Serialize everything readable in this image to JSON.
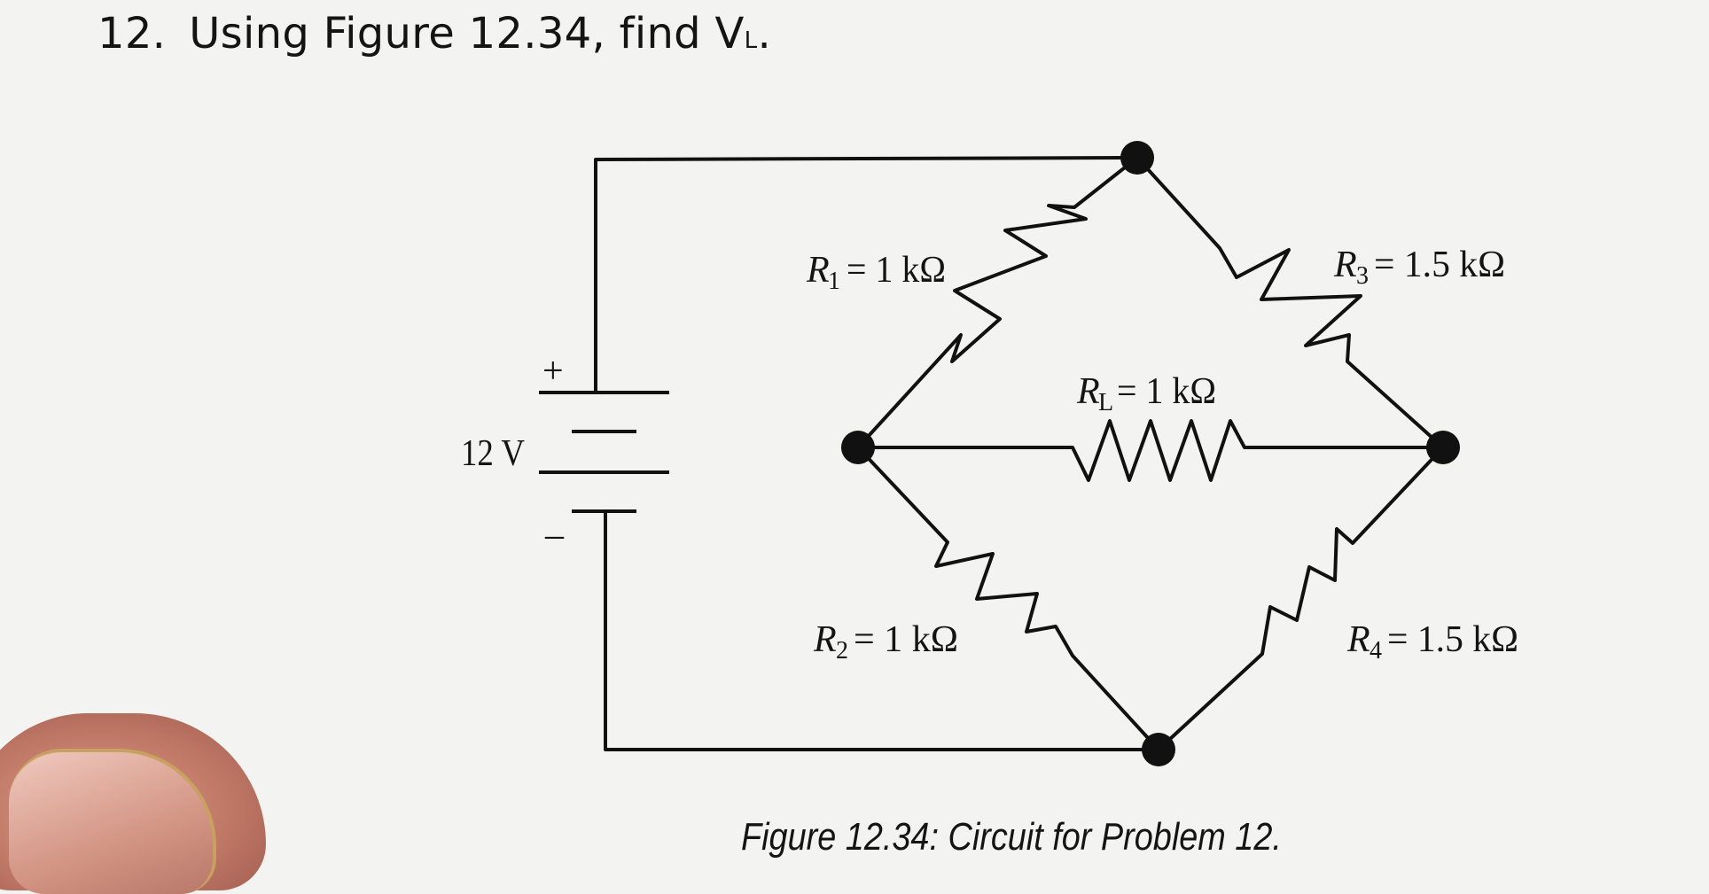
{
  "problem": {
    "number": "12.",
    "text": "Using Figure 12.34, find V",
    "subscript": "L",
    "end": "."
  },
  "source": {
    "voltage": "12 V",
    "plus": "+",
    "minus": "–"
  },
  "resistors": {
    "r1": {
      "symbol": "R",
      "sub": "1",
      "value": "= 1 kΩ"
    },
    "r2": {
      "symbol": "R",
      "sub": "2",
      "value": "= 1 kΩ"
    },
    "r3": {
      "symbol": "R",
      "sub": "3",
      "value": "= 1.5 kΩ"
    },
    "r4": {
      "symbol": "R",
      "sub": "4",
      "value": "= 1.5 kΩ"
    },
    "rl": {
      "symbol": "R",
      "sub": "L",
      "value": "= 1 kΩ"
    }
  },
  "caption": "Figure 12.34: Circuit for Problem 12.",
  "colors": {
    "ink": "#111111",
    "paper": "#f3f3f1"
  }
}
